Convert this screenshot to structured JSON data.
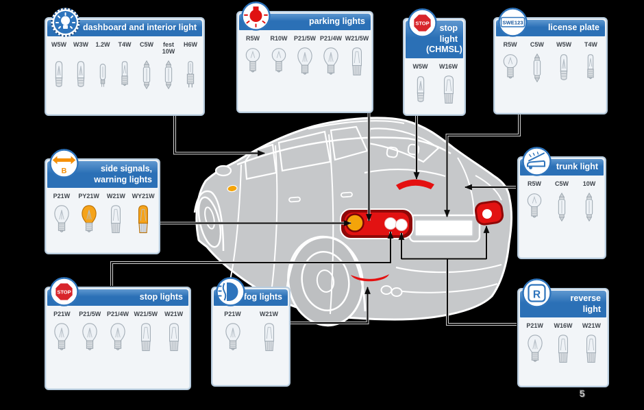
{
  "page_number": "5",
  "colors": {
    "background": "#000000",
    "header_blue": "#2b70b6",
    "panel_border": "#b7cbdd",
    "car_gray": "#c6c8ca",
    "light_red": "#e01212",
    "signal_amber": "#f4a40a"
  },
  "badge_labels": {
    "stop_sign_text": "STOP",
    "license_plate_text": "SWE123",
    "side_signal_letter": "B",
    "reverse_letter": "R"
  },
  "panels": [
    {
      "id": "dashboard",
      "title": "dashboard and interior light",
      "badge_icon": "interior-light-icon",
      "bulbs": [
        {
          "label": "W5W",
          "type": "wedge"
        },
        {
          "label": "W3W",
          "type": "wedge"
        },
        {
          "label": "1.2W",
          "type": "capsule"
        },
        {
          "label": "T4W",
          "type": "tube"
        },
        {
          "label": "C5W",
          "type": "festoon"
        },
        {
          "label": "fest\n10W",
          "type": "festoon"
        },
        {
          "label": "H6W",
          "type": "halogen"
        }
      ]
    },
    {
      "id": "parking",
      "title": "parking lights",
      "badge_icon": "parking-bulb-icon",
      "bulbs": [
        {
          "label": "R5W",
          "type": "ball"
        },
        {
          "label": "R10W",
          "type": "ball"
        },
        {
          "label": "P21/5W",
          "type": "pear"
        },
        {
          "label": "P21/4W",
          "type": "pear"
        },
        {
          "label": "W21/5W",
          "type": "wedgeL"
        }
      ]
    },
    {
      "id": "chmsl",
      "title": "stop light\n(CHMSL)",
      "badge_icon": "stop-sign-icon",
      "bulbs": [
        {
          "label": "W5W",
          "type": "wedge"
        },
        {
          "label": "W16W",
          "type": "wedgeL"
        }
      ]
    },
    {
      "id": "license",
      "title": "license plate",
      "badge_icon": "license-plate-icon",
      "bulbs": [
        {
          "label": "R5W",
          "type": "ball"
        },
        {
          "label": "C5W",
          "type": "festoon"
        },
        {
          "label": "W5W",
          "type": "wedge"
        },
        {
          "label": "T4W",
          "type": "tube"
        }
      ]
    },
    {
      "id": "side",
      "title": "side signals,\nwarning lights",
      "badge_icon": "side-signal-arrows-icon",
      "bulbs": [
        {
          "label": "P21W",
          "type": "pear"
        },
        {
          "label": "PY21W",
          "type": "pear",
          "color": "amber"
        },
        {
          "label": "W21W",
          "type": "wedgeL"
        },
        {
          "label": "WY21W",
          "type": "wedgeL",
          "color": "amber"
        }
      ]
    },
    {
      "id": "trunk",
      "title": "trunk light",
      "badge_icon": "trunk-open-icon",
      "bulbs": [
        {
          "label": "R5W",
          "type": "ball"
        },
        {
          "label": "C5W",
          "type": "festoon"
        },
        {
          "label": "10W",
          "type": "festoon"
        }
      ]
    },
    {
      "id": "stop",
      "title": "stop lights",
      "badge_icon": "stop-sign-icon",
      "bulbs": [
        {
          "label": "P21W",
          "type": "pear"
        },
        {
          "label": "P21/5W",
          "type": "pear"
        },
        {
          "label": "P21/4W",
          "type": "pear"
        },
        {
          "label": "W21/5W",
          "type": "wedgeL"
        },
        {
          "label": "W21W",
          "type": "wedgeL"
        }
      ]
    },
    {
      "id": "fog",
      "title": "fog lights",
      "badge_icon": "fog-light-icon",
      "bulbs": [
        {
          "label": "P21W",
          "type": "pear"
        },
        {
          "label": "W21W",
          "type": "wedgeL"
        }
      ]
    },
    {
      "id": "reverse",
      "title": "reverse light",
      "badge_icon": "reverse-r-icon",
      "bulbs": [
        {
          "label": "P21W",
          "type": "pear"
        },
        {
          "label": "W16W",
          "type": "wedgeL"
        },
        {
          "label": "W21W",
          "type": "wedgeL"
        }
      ]
    }
  ]
}
